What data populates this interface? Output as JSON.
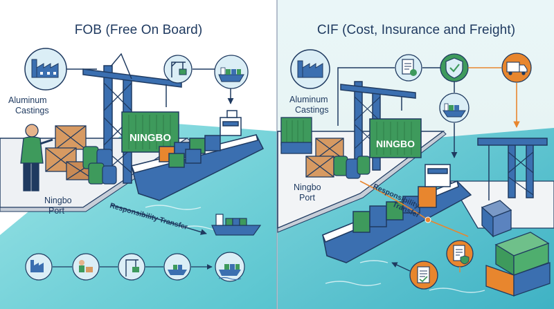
{
  "fob": {
    "title": "FOB (Free On Board)",
    "product_label_1": "Aluminum",
    "product_label_2": "Castings",
    "port_label_1": "Ningbo",
    "port_label_2": "Port",
    "container_text": "NINGBO",
    "responsibility_label": "Responsibility Transfer"
  },
  "cif": {
    "title": "CIF (Cost, Insurance and Freight)",
    "product_label_1": "Aluminum",
    "product_label_2": "Castings",
    "port_label_1": "Ningbo",
    "port_label_2": "Port",
    "container_text": "NINGBO",
    "responsibility_label_1": "Responsibility",
    "responsibility_label_2": "Transfer"
  },
  "colors": {
    "navy": "#1f3a60",
    "green": "#3e9a5c",
    "blue": "#3b6fb0",
    "orange": "#e8862e",
    "sea": "#7fd6dc",
    "crate": "#c98a55"
  }
}
